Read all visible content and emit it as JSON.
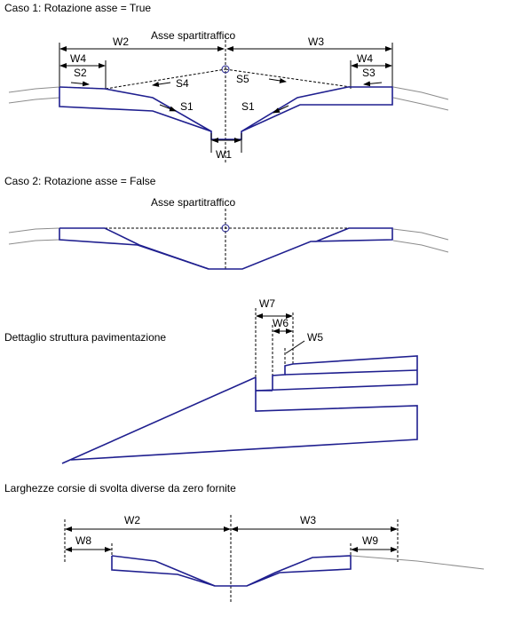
{
  "case1": {
    "title": "Caso 1: Rotazione asse = True",
    "median_label": "Asse spartitraffico",
    "w2": "W2",
    "w3": "W3",
    "w4_left": "W4",
    "w4_right": "W4",
    "s2": "S2",
    "s3": "S3",
    "s4": "S4",
    "s5": "S5",
    "s1_left": "S1",
    "s1_right": "S1",
    "w1": "W1"
  },
  "case2": {
    "title": "Caso 2: Rotazione asse = False",
    "median_label": "Asse spartitraffico"
  },
  "detail": {
    "title": "Dettaglio struttura pavimentazione",
    "w7": "W7",
    "w6": "W6",
    "w5": "W5"
  },
  "turn": {
    "title": "Larghezze corsie di svolta diverse da zero fornite",
    "w2": "W2",
    "w3": "W3",
    "w8": "W8",
    "w9": "W9"
  }
}
